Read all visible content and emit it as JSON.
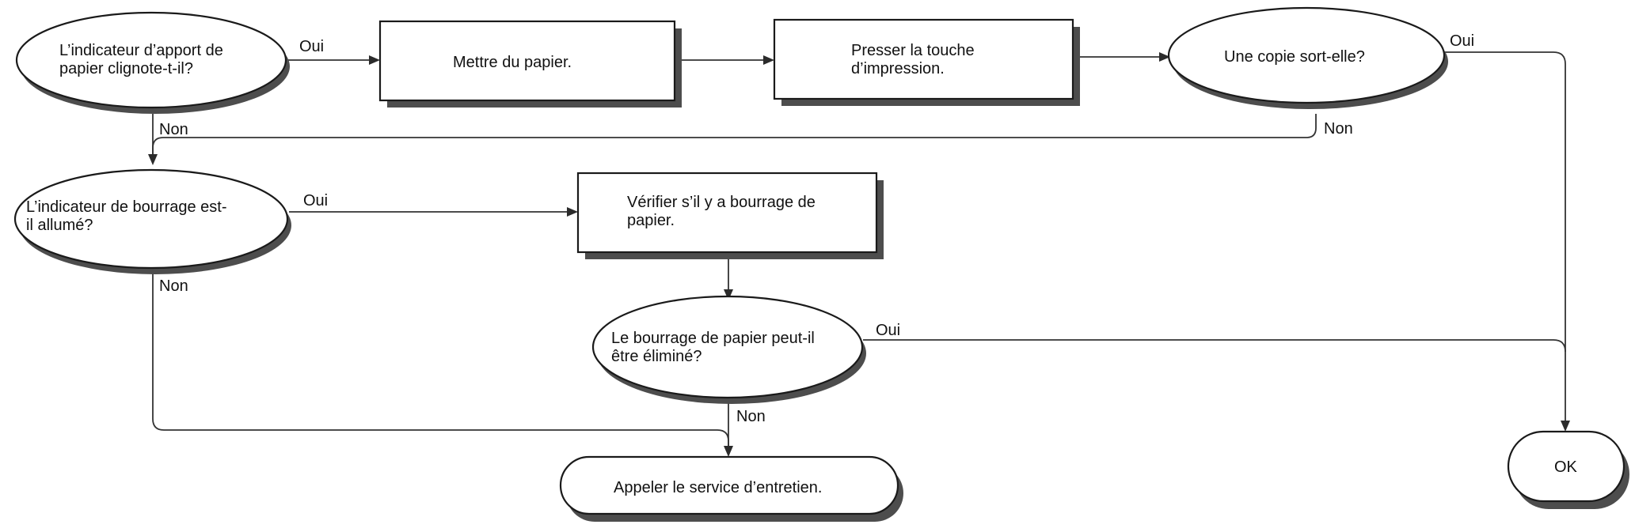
{
  "nodes": {
    "q_paper": {
      "line1": "L’indicateur d’apport de",
      "line2": "papier clignote-t-il?"
    },
    "add_paper": {
      "text": "Mettre du papier."
    },
    "press_print": {
      "line1": "Presser la touche",
      "line2": "d’impression."
    },
    "q_copy": {
      "text": "Une copie sort-elle?"
    },
    "q_jam": {
      "line1": "L’indicateur de bourrage est-",
      "line2": "il allumé?"
    },
    "check_jam": {
      "line1": "Vérifier s’il y a bourrage de",
      "line2": "papier."
    },
    "q_clear": {
      "line1": "Le bourrage de papier peut-il",
      "line2": "être éliminé?"
    },
    "call_service": {
      "text": "Appeler le service d’entretien."
    },
    "ok": {
      "text": "OK"
    }
  },
  "labels": {
    "paper_yes": "Oui",
    "paper_no": "Non",
    "copy_yes": "Oui",
    "copy_no": "Non",
    "jam_yes": "Oui",
    "jam_no": "Non",
    "clear_yes": "Oui",
    "clear_no": "Non"
  }
}
